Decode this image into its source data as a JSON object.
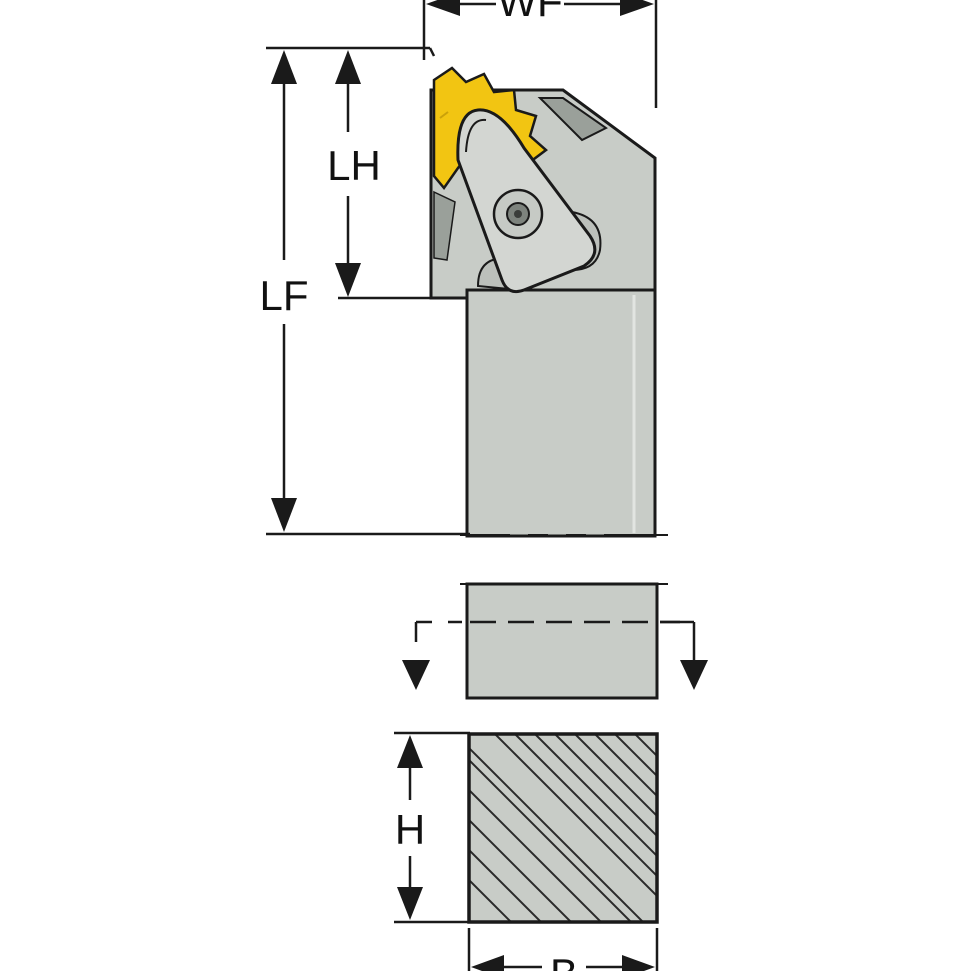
{
  "labels": {
    "wf": "WF",
    "lh": "LH",
    "lf": "LF",
    "h": "H",
    "b": "B"
  },
  "colors": {
    "body": "#c8ccc7",
    "body_dark": "#b0b5b0",
    "insert": "#f2c512",
    "insert_dark": "#caa10a",
    "line": "#1a1a1a",
    "hatch": "#2a2a2a"
  }
}
